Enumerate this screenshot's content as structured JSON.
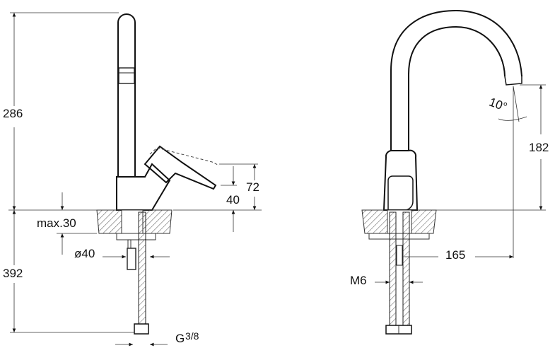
{
  "side_view": {
    "height_above_counter": "286",
    "height_below_counter": "392",
    "max_counter_thickness": "max.30",
    "hole_diameter": "ø40",
    "lever_open_height": "72",
    "lever_closed_height": "40",
    "connection_thread": "G",
    "connection_thread_fraction": "3/8"
  },
  "front_view": {
    "spout_height": "182",
    "spout_reach": "165",
    "stud_thread": "M6",
    "spout_angle": "10°"
  }
}
